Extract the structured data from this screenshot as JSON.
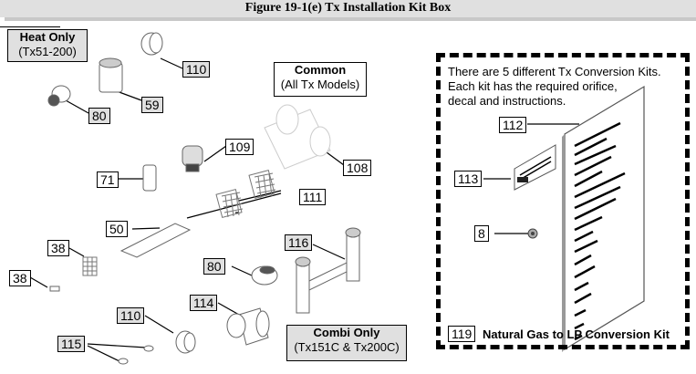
{
  "figure": {
    "title": "Figure 19-1(e)  Tx Installation Kit Box"
  },
  "groups": {
    "heat_only": {
      "name": "Heat Only",
      "models": "(Tx51-200)"
    },
    "common": {
      "name": "Common",
      "models": "(All Tx Models)"
    },
    "combi_only": {
      "name": "Combi Only",
      "models": "(Tx151C & Tx200C)"
    }
  },
  "conversion_kit": {
    "description": "There are 5 different Tx Conversion Kits. Each kit has the required orifice, decal and instructions.",
    "line1": "There are 5 different Tx Conversion Kits.",
    "line2": "Each kit has the required orifice,",
    "line3": "decal and instructions.",
    "part_number": "119",
    "name": "Natural Gas to LP Conversion Kit"
  },
  "parts": [
    {
      "id": "110",
      "group": "heat_only",
      "highlight": true
    },
    {
      "id": "59",
      "group": "heat_only",
      "highlight": true
    },
    {
      "id": "80",
      "group": "heat_only",
      "highlight": true
    },
    {
      "id": "109",
      "group": "common",
      "highlight": false
    },
    {
      "id": "108",
      "group": "common",
      "highlight": false
    },
    {
      "id": "71",
      "group": "common",
      "highlight": false
    },
    {
      "id": "111",
      "group": "common",
      "highlight": false
    },
    {
      "id": "50",
      "group": "common",
      "highlight": false
    },
    {
      "id": "38",
      "group": "common",
      "highlight": false
    },
    {
      "id": "38",
      "group": "common",
      "highlight": false
    },
    {
      "id": "116",
      "group": "combi_only",
      "highlight": true
    },
    {
      "id": "80",
      "group": "combi_only",
      "highlight": true
    },
    {
      "id": "114",
      "group": "combi_only",
      "highlight": true
    },
    {
      "id": "110",
      "group": "combi_only",
      "highlight": true
    },
    {
      "id": "115",
      "group": "combi_only",
      "highlight": true
    },
    {
      "id": "112",
      "group": "conversion_kit",
      "highlight": false
    },
    {
      "id": "113",
      "group": "conversion_kit",
      "highlight": false
    },
    {
      "id": "8",
      "group": "conversion_kit",
      "highlight": false
    }
  ]
}
